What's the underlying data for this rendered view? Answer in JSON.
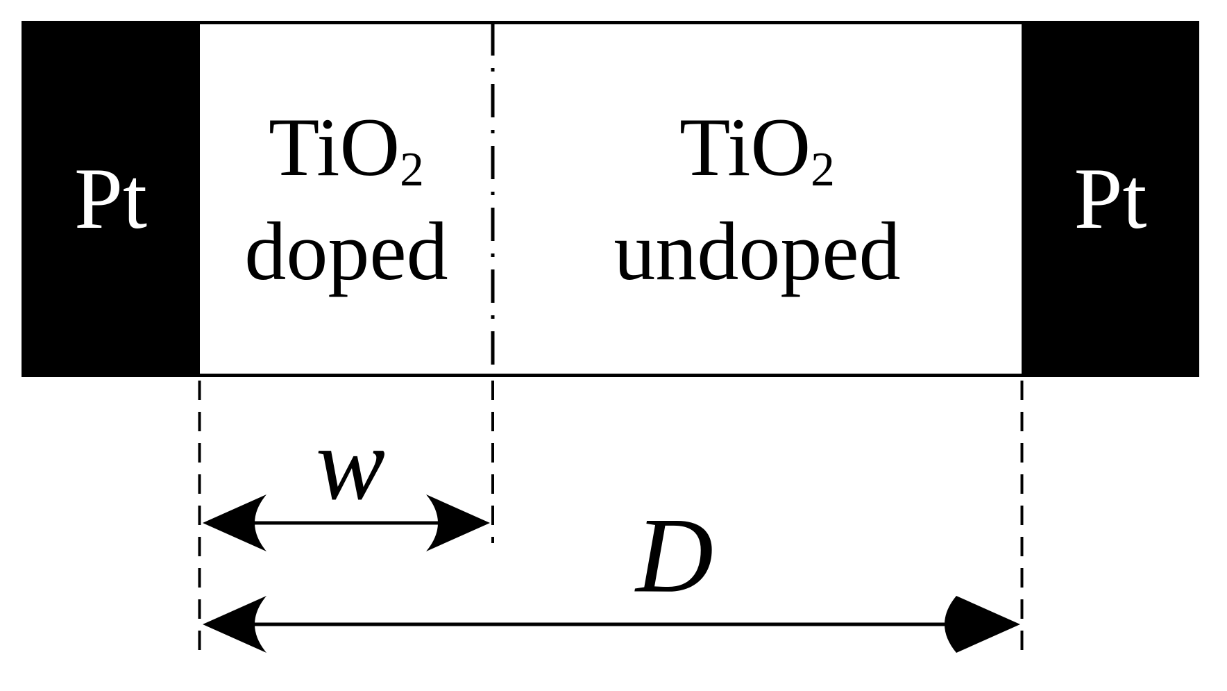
{
  "diagram": {
    "electrodes": {
      "left_label": "Pt",
      "right_label": "Pt"
    },
    "regions": {
      "doped": {
        "formula_base": "TiO",
        "formula_subscript": "2",
        "state_label": "doped"
      },
      "undoped": {
        "formula_base": "TiO",
        "formula_subscript": "2",
        "state_label": "undoped"
      }
    },
    "dimensions": {
      "doped_width_label": "w",
      "device_length_label": "D"
    },
    "colors": {
      "electrode_fill": "#000000",
      "electrode_text": "#ffffff",
      "oxide_fill": "#ffffff",
      "line_color": "#000000",
      "background": "#ffffff"
    }
  }
}
